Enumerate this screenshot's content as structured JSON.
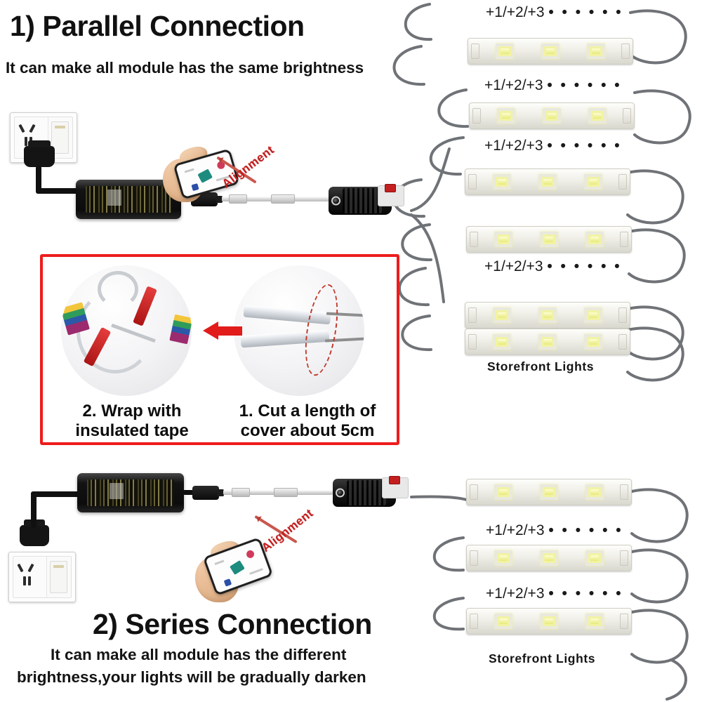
{
  "sections": {
    "parallel": {
      "heading": "1) Parallel Connection",
      "subtitle": "It can make all module has the same brightness",
      "module_label": "+1/+2/+3",
      "module_dots": "• • • • • •",
      "storefront_caption": "Storefront Lights",
      "alignment_label": "Alignment",
      "module_count": 6,
      "label_count": 4
    },
    "series": {
      "heading": "2) Series Connection",
      "subtitle_line1": "It can make all module has the different",
      "subtitle_line2": "brightness,your lights will be gradually darken",
      "module_label": "+1/+2/+3",
      "module_dots": "• • • • • •",
      "storefront_caption": "Storefront Lights",
      "alignment_label": "Alignment",
      "module_count": 3,
      "label_count": 2
    }
  },
  "callout": {
    "step2_line1": "2. Wrap with",
    "step2_line2": "insulated tape",
    "step1_line1": "1. Cut a length of",
    "step1_line2": "cover about 5cm",
    "border_color": "#ee1c1c",
    "arrow_color": "#e21b1b",
    "arrow_direction": "left"
  },
  "colors": {
    "accent_red": "#ee1c1c",
    "alignment_red": "#c21f1f",
    "text_black": "#111111",
    "led_yellow": "#f2f3a2",
    "module_body": "#f0efe8",
    "adapter_black": "#131313",
    "background": "#ffffff"
  },
  "hardware": {
    "wall_socket": "wall-socket",
    "ac_plug": "ac-plug",
    "power_adapter": "power-adapter-brick",
    "dc_male_connector": "dc-male-barrel-connector",
    "dc_female_connector": "dc-female-barrel-connector",
    "phone": "smartphone-in-hand"
  }
}
